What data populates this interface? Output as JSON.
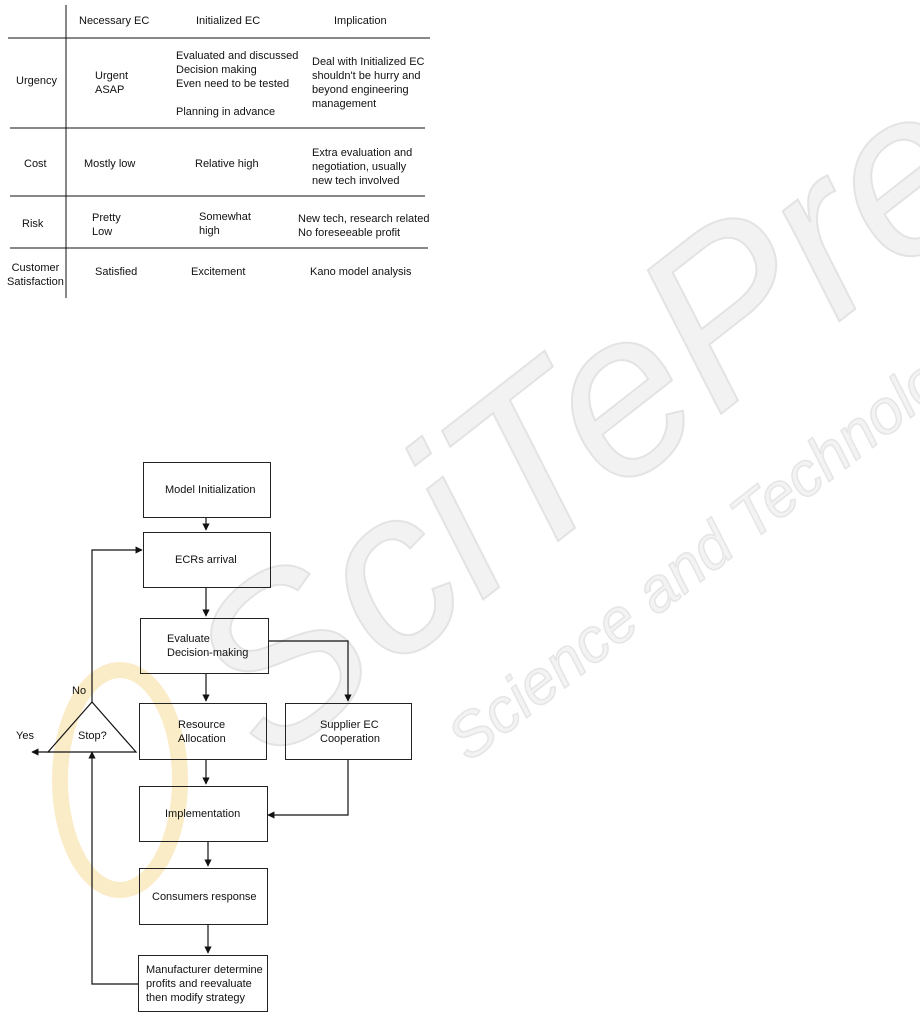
{
  "watermark": {
    "brand": "SciTePress",
    "tagline": "Science and Technology Publications"
  },
  "table": {
    "headers": [
      "Necessary EC",
      "Initialized EC",
      "Implication"
    ],
    "rows": [
      {
        "label": "Urgency",
        "necessary": "Urgent\nASAP",
        "initialized": "Evaluated and discussed\nDecision making\nEven need to be tested\n\nPlanning in advance",
        "implication": "Deal with Initialized EC\nshouldn't be hurry and\nbeyond engineering\nmanagement"
      },
      {
        "label": "Cost",
        "necessary": "Mostly low",
        "initialized": "Relative high",
        "implication": "Extra evaluation and\nnegotiation, usually\nnew tech involved"
      },
      {
        "label": "Risk",
        "necessary": "Pretty\nLow",
        "initialized": "Somewhat\nhigh",
        "implication": "New tech, research related\nNo foreseeable profit"
      },
      {
        "label": "Customer\nSatisfaction",
        "necessary": "Satisfied",
        "initialized": "Excitement",
        "implication": "Kano model analysis"
      }
    ]
  },
  "flowchart": {
    "model_init": "Model Initialization",
    "ecrs_arrival": "ECRs arrival",
    "evaluate": "Evaluate\nDecision-making",
    "resource": "Resource\nAllocation",
    "supplier": "Supplier EC\nCooperation",
    "implementation": "Implementation",
    "consumers": "Consumers response",
    "manufacturer": "Manufacturer determine\nprofits and reevaluate\nthen modify strategy",
    "decision": "Stop?",
    "no_label": "No",
    "yes_label": "Yes"
  }
}
